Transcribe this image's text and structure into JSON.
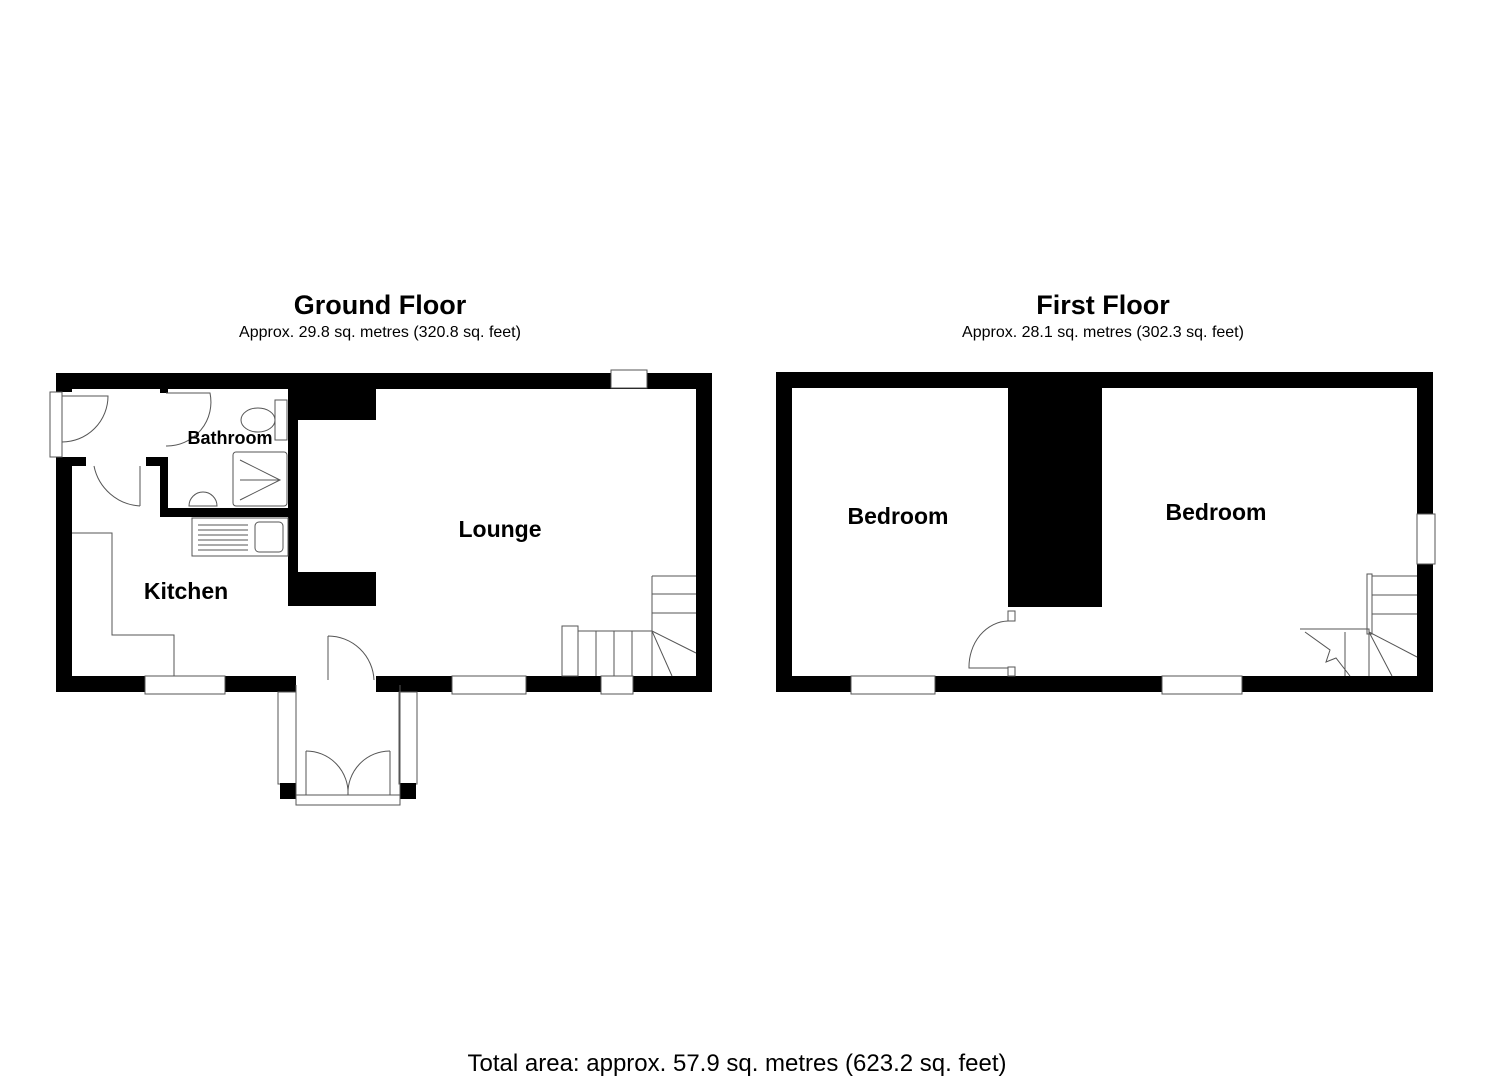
{
  "ground_floor": {
    "title": "Ground Floor",
    "area": "Approx. 29.8 sq. metres (320.8 sq. feet)",
    "rooms": {
      "bathroom": "Bathroom",
      "kitchen": "Kitchen",
      "lounge": "Lounge"
    }
  },
  "first_floor": {
    "title": "First Floor",
    "area": "Approx. 28.1 sq. metres (302.3 sq. feet)",
    "rooms": {
      "bedroom_left": "Bedroom",
      "bedroom_right": "Bedroom"
    }
  },
  "total_area": "Total area: approx. 57.9 sq. metres (623.2 sq. feet)",
  "colors": {
    "wall": "#000000",
    "line": "#555555",
    "background": "#ffffff"
  }
}
